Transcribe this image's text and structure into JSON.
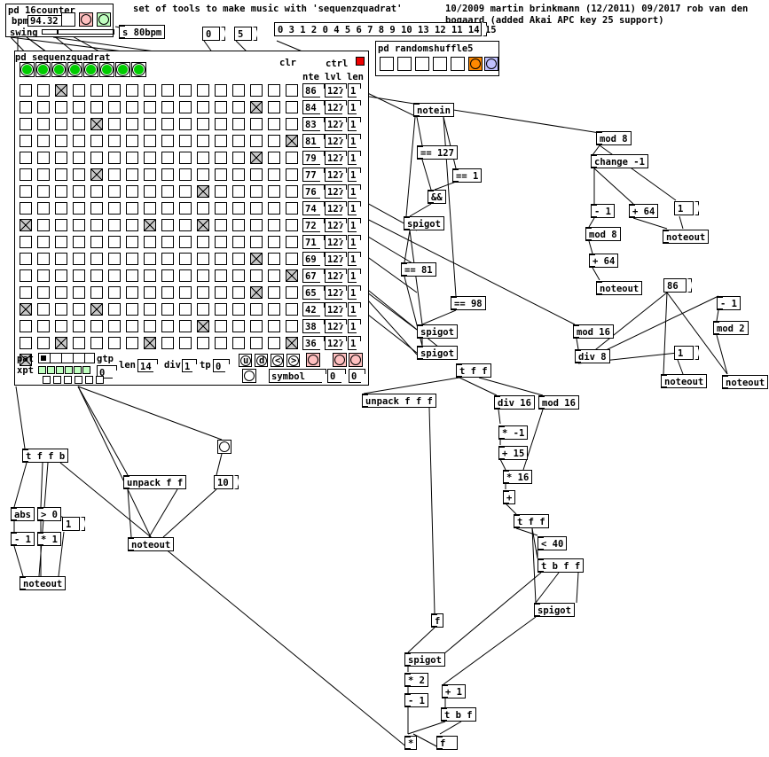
{
  "header": {
    "comment_title": "set of tools to make music with 'sequenzquadrat'",
    "comment_credit_line1": "10/2009 martin brinkmann (12/2011) 09/2017 rob van den",
    "comment_credit_line2": "bogaard (added Akai APC key 25 support)"
  },
  "counter": {
    "title": "pd 16counter",
    "bpm_label": "bpm",
    "bpm_value": "94.32",
    "swing_label": "swing"
  },
  "top": {
    "send_80bpm": "s 80bpm",
    "msg_zero": "0",
    "msg_five": "5",
    "seq_message": "0 3 1 2 0 4 5 6 7 8 9 10 13 12 11 14 15",
    "randomshuffle_title": "pd randomshuffle5"
  },
  "seq": {
    "title": "pd sequenzquadrat",
    "clr_label": "clr",
    "ctrl_label": "ctrl",
    "col_nte": "nte",
    "col_lvl": "lvl",
    "col_len": "len",
    "notes": [
      "86",
      "84",
      "83",
      "81",
      "79",
      "77",
      "76",
      "74",
      "72",
      "71",
      "69",
      "67",
      "65",
      "42",
      "38",
      "36"
    ],
    "levels": [
      "127",
      "127",
      "127",
      "127",
      "127",
      "127",
      "127",
      "127",
      "127",
      "127",
      "127",
      "127",
      "127",
      "127",
      "127",
      "127"
    ],
    "lens": [
      "1",
      "1",
      "1",
      "1",
      "1",
      "1",
      "1",
      "1",
      "1",
      "1",
      "1",
      "1",
      "1",
      "1",
      "1",
      "1"
    ],
    "pat_label": "pat",
    "gtp_label": "gtp",
    "xpt_label": "xpt",
    "gtp_value": "0",
    "len_label": "len",
    "len_value": "14",
    "div_label": "div",
    "div_value": "1",
    "tp_label": "tp",
    "tp_value": "0",
    "btn_u": "u",
    "btn_d": "d",
    "btn_l": "<",
    "btn_r": ">",
    "symbol_label": "symbol",
    "out_a": "0",
    "out_b": "0"
  },
  "objects": {
    "notein": "notein",
    "eq127": "== 127",
    "eq1": "== 1",
    "andand": "&&",
    "spigot1": "spigot",
    "eq81": "== 81",
    "eq98": "== 98",
    "spigot2": "spigot",
    "spigot3": "spigot",
    "mod8a": "mod 8",
    "change": "change -1",
    "minus1a": "- 1",
    "plus64a": "+ 64",
    "msg1a": "1",
    "mod8b": "mod 8",
    "noteout_a": "noteout",
    "plus64b": "+ 64",
    "noteout_b": "noteout",
    "mod16a": "mod 16",
    "div8": "div 8",
    "msg86": "86",
    "minus1b": "- 1",
    "mod2": "mod 2",
    "msg1b": "1",
    "noteout_c": "noteout",
    "noteout_d": "noteout",
    "tff_a": "t f f",
    "unpack_fff": "unpack f f f",
    "div16": "div 16",
    "mod16b": "mod 16",
    "mul_neg1": "* -1",
    "plus15": "+ 15",
    "mul16": "* 16",
    "plus": "+",
    "tff_b": "t f f",
    "lt40": "< 40",
    "tbff": "t b f f",
    "spigot4": "spigot",
    "f_a": "f",
    "spigot5": "spigot",
    "mul2": "* 2",
    "minus1c": "- 1",
    "plus1": "+ 1",
    "tbf": "t b f",
    "mul": "*",
    "f_b": "f",
    "tffb": "t f f b",
    "abs": "abs",
    "gt0": "> 0",
    "msg1c": "1",
    "minus1d": "- 1",
    "mul1": "* 1",
    "noteout_e": "noteout",
    "unpack_ff": "unpack f f",
    "msg10": "10",
    "noteout_f": "noteout"
  },
  "colors": {
    "green": "#00cc00",
    "red": "#ee0000",
    "pink": "#ffc0c0",
    "lightgreen": "#c0ffc0",
    "orange": "#ff8800",
    "lavender": "#c0c0ff",
    "grey": "#c8c8c8"
  }
}
